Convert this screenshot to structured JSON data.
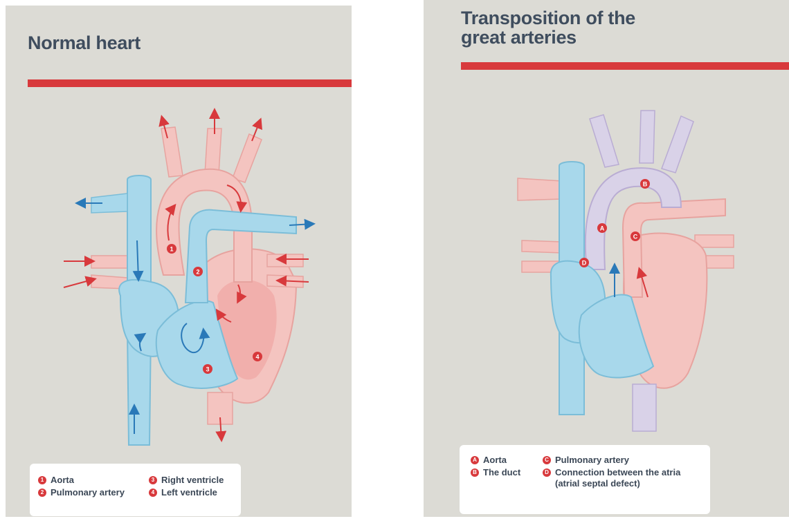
{
  "panels": {
    "normal": {
      "title": "Normal heart",
      "markers": [
        "1",
        "2",
        "3",
        "4"
      ],
      "legend": [
        {
          "marker": "1",
          "label": "Aorta"
        },
        {
          "marker": "2",
          "label": "Pulmonary artery"
        },
        {
          "marker": "3",
          "label": "Right ventricle"
        },
        {
          "marker": "4",
          "label": "Left ventricle"
        }
      ]
    },
    "tga": {
      "title_line1": "Transposition of the",
      "title_line2": "great arteries",
      "markers": [
        "A",
        "B",
        "C",
        "D"
      ],
      "legend": [
        {
          "marker": "A",
          "label": "Aorta"
        },
        {
          "marker": "B",
          "label": "The duct"
        },
        {
          "marker": "C",
          "label": "Pulmonary artery"
        },
        {
          "marker": "D",
          "label": "Connection between the atria\n(atrial septal defect)"
        }
      ]
    }
  },
  "colors": {
    "panel_bg": "#dcdbd5",
    "accent_red": "#d8393c",
    "oxygenated_pink": "#f4c4c0",
    "deoxygenated_blue": "#a8d8eb",
    "mixed_purple": "#d9d2e8",
    "flow_arrow_red": "#d8393c",
    "flow_arrow_blue": "#2a79b8",
    "title_text": "#3f4d5e"
  }
}
